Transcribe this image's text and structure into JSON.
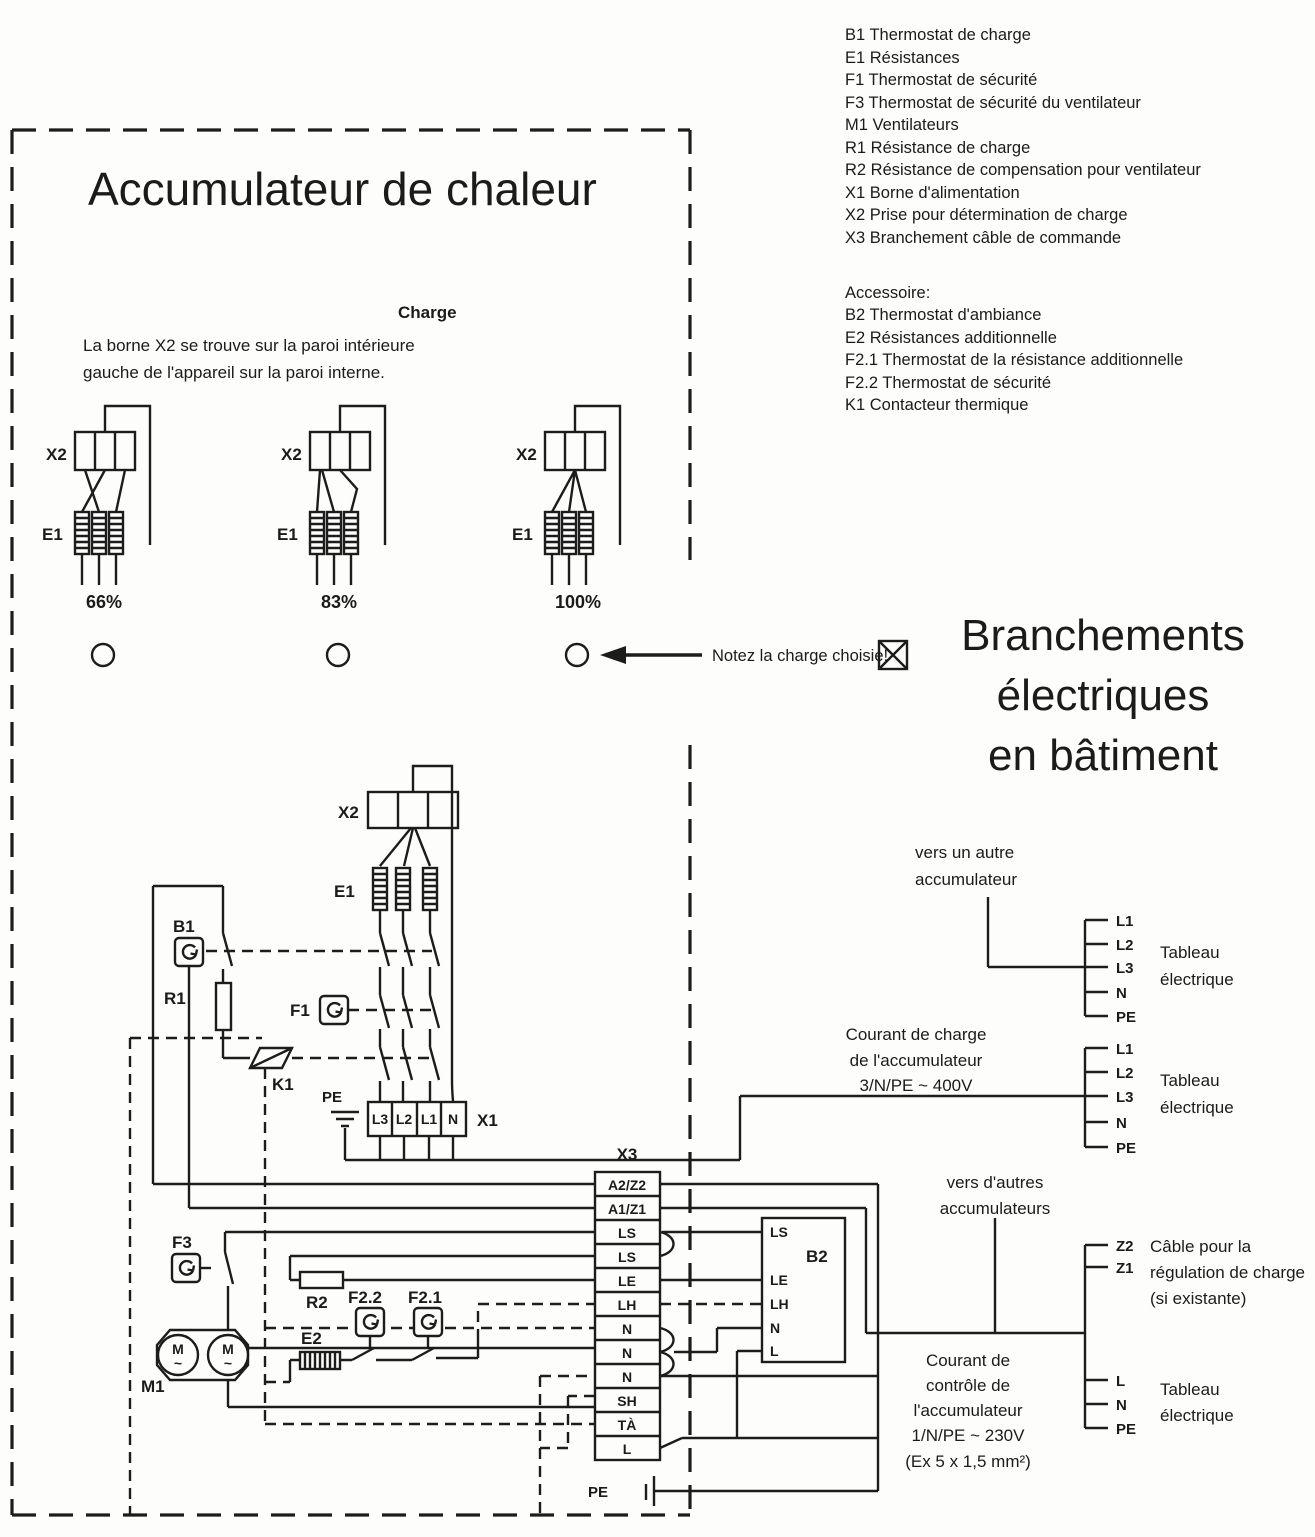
{
  "legend": {
    "items": [
      "B1 Thermostat de charge",
      "E1 Résistances",
      "F1 Thermostat de sécurité",
      "F3 Thermostat de sécurité du ventilateur",
      "M1 Ventilateurs",
      "R1 Résistance de charge",
      "R2 Résistance de compensation pour ventilateur",
      "X1 Borne d'alimentation",
      "X2 Prise pour détermination de charge",
      "X3 Branchement câble de commande"
    ],
    "accessory_heading": "Accessoire:",
    "accessory_items": [
      "B2 Thermostat d'ambiance",
      "E2 Résistances additionnelle",
      "F2.1 Thermostat de la résistance additionnelle",
      "F2.2 Thermostat de sécurité",
      "K1 Contacteur thermique"
    ]
  },
  "appliance": {
    "title": "Accumulateur de chaleur",
    "charge_heading": "Charge",
    "charge_line1": "La borne X2 se trouve sur la paroi intérieure",
    "charge_line2": "gauche de l'appareil sur la paroi interne."
  },
  "variants": {
    "x2_label": "X2",
    "e1_label": "E1",
    "percents": [
      "66%",
      "83%",
      "100%"
    ]
  },
  "note": {
    "text": "Notez la charge choisie!"
  },
  "main_title": {
    "lines": [
      "Branchements",
      "électriques",
      "en bâtiment"
    ]
  },
  "sch": {
    "b1": "B1",
    "r1": "R1",
    "k1": "K1",
    "f1": "F1",
    "f3": "F3",
    "m1": "M1",
    "r2": "R2",
    "e2": "E2",
    "f22": "F2.2",
    "f21": "F2.1",
    "x2": "X2",
    "e1": "E1",
    "x1": "X1",
    "x3": "X3",
    "b2": "B2",
    "pe_top": "PE",
    "pe_bottom": "PE",
    "motor_m": "M",
    "motor_tilde": "~",
    "x1_cells": [
      "L3",
      "L2",
      "L1",
      "N"
    ],
    "x3_cells": [
      "A2/Z2",
      "A1/Z1",
      "LS",
      "LS",
      "LE",
      "LH",
      "N",
      "N",
      "N",
      "SH",
      "TÀ",
      "L"
    ],
    "b2_pins": [
      "LS",
      "LE",
      "LH",
      "N",
      "L"
    ]
  },
  "building": {
    "to_other_single": [
      "vers un autre",
      "accumulateur"
    ],
    "to_other_multi": [
      "vers d'autres",
      "accumulateurs"
    ],
    "panel_label": [
      "Tableau",
      "électrique"
    ],
    "charge_feed": [
      "Courant de charge",
      "de l'accumulateur",
      "3/N/PE ~ 400V"
    ],
    "control_feed": [
      "Courant de",
      "contrôle de",
      "l'accumulateur",
      "1/N/PE ~ 230V",
      "(Ex 5 x 1,5 mm²)"
    ],
    "cable_reg": [
      "Câble pour la",
      "régulation de charge",
      "(si existante)"
    ],
    "comb_phases": [
      "L1",
      "L2",
      "L3",
      "N",
      "PE"
    ],
    "comb_z": [
      "Z2",
      "Z1"
    ],
    "comb_single": [
      "L",
      "N",
      "PE"
    ]
  }
}
